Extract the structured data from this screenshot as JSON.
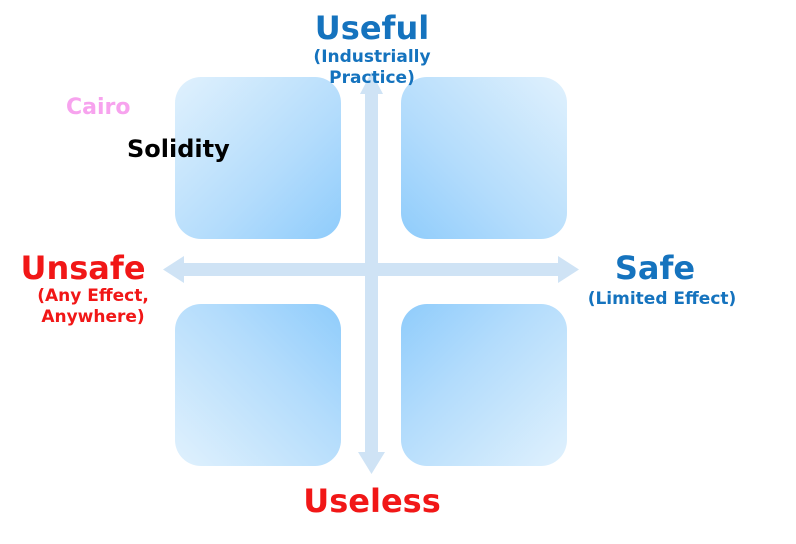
{
  "colors": {
    "blue": "#1573be",
    "red": "#f11717",
    "pink": "#f7a3ee",
    "black": "#000000",
    "axis": "#cfe3f5"
  },
  "top": {
    "title": "Useful",
    "subtitle_line1": "(Industrially",
    "subtitle_line2": "Practice)"
  },
  "bottom": {
    "title": "Useless"
  },
  "left": {
    "title": "Unsafe",
    "subtitle_line1": "(Any Effect,",
    "subtitle_line2": "Anywhere)"
  },
  "right": {
    "title": "Safe",
    "subtitle": "(Limited Effect)"
  },
  "points": {
    "cairo": "Cairo",
    "solidity": "Solidity"
  }
}
